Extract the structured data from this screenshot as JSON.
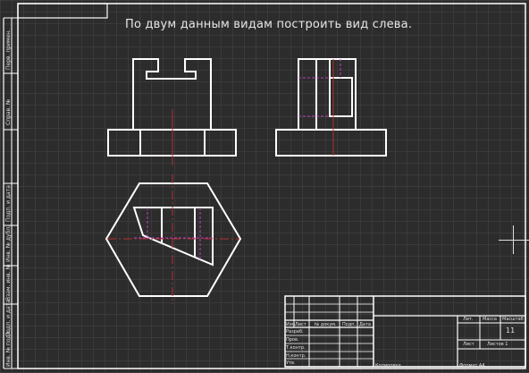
{
  "task_text": "По двум данным видам построить вид слева.",
  "side_labels": {
    "l1": "Перв. примен.",
    "l2": "Справ. №",
    "l3": "Подп. и дата",
    "l4": "Инв. № дубл.",
    "l5": "Взам. инв. №",
    "l6": "Подп. и дата",
    "l7": "Инв. № подл."
  },
  "title_block": {
    "izm": "Изм.",
    "list": "Лист",
    "doc": "№ докум.",
    "podp": "Подп.",
    "data": "Дата",
    "razrab": "Разраб.",
    "prov": "Пров.",
    "tkontr": "Т.контр.",
    "nkontr": "Н.контр.",
    "utv": "Утв.",
    "lit": "Лит.",
    "massa": "Масса",
    "masshtab": "Масштаб",
    "scale_value": "11",
    "list2": "Лист",
    "listov": "Листов 1",
    "kopiroval": "Копировал",
    "format": "Формат А4"
  },
  "colors": {
    "line": "#ffffff",
    "hidden": "#c040c0",
    "axis": "#b03030",
    "grid": "#3a3a3a",
    "background": "#2c2c2c"
  }
}
